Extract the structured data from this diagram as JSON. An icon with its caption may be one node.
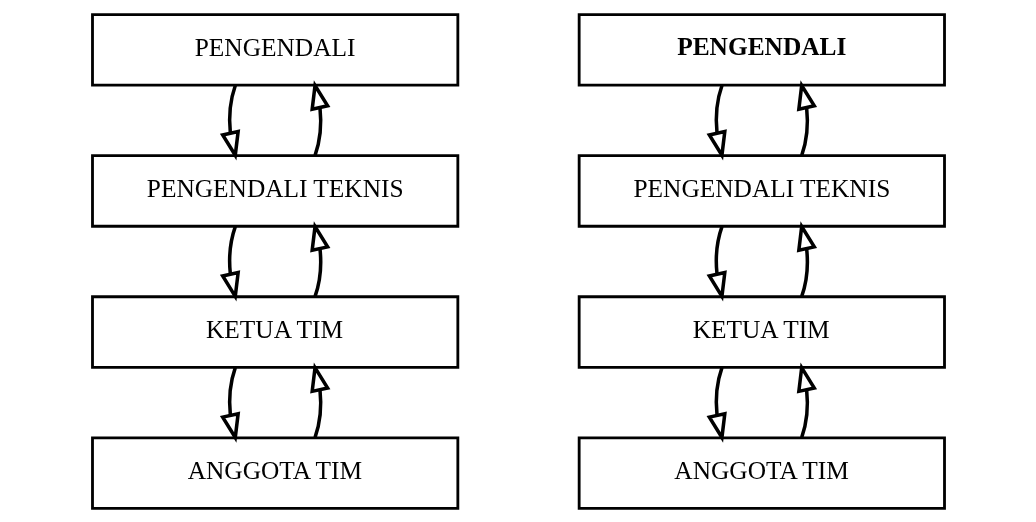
{
  "diagram": {
    "nodes": [
      {
        "text": [
          "PENGENDALI"
        ]
      },
      {
        "text": [
          "PENGENDALI TEKNIS"
        ]
      },
      {
        "text": [
          "KETUA TIM"
        ]
      },
      {
        "text": [
          "ANGGOTA TIM"
        ]
      },
      {
        "text": [
          "PENGENDALI"
        ]
      },
      {
        "text": [
          "PENGENDALI TEKNIS"
        ]
      },
      {
        "text": [
          "KETUA TIM"
        ]
      },
      {
        "text": [
          "ANGGOTA TIM"
        ]
      }
    ],
    "edges": [
      {
        "from": 0,
        "to": 1,
        "arrow": "to"
      },
      {
        "from": 1,
        "to": 0,
        "arrow": "to"
      },
      {
        "from": 1,
        "to": 2,
        "arrow": "to"
      },
      {
        "from": 2,
        "to": 1,
        "arrow": "to"
      },
      {
        "from": 2,
        "to": 3,
        "arrow": "to"
      },
      {
        "from": 3,
        "to": 2,
        "arrow": "to"
      },
      {
        "from": 4,
        "to": 5,
        "arrow": "to"
      },
      {
        "from": 5,
        "to": 4,
        "arrow": "to"
      },
      {
        "from": 5,
        "to": 6,
        "arrow": "to"
      },
      {
        "from": 6,
        "to": 5,
        "arrow": "to"
      },
      {
        "from": 6,
        "to": 7,
        "arrow": "to"
      },
      {
        "from": 7,
        "to": 6,
        "arrow": "to"
      }
    ]
  }
}
